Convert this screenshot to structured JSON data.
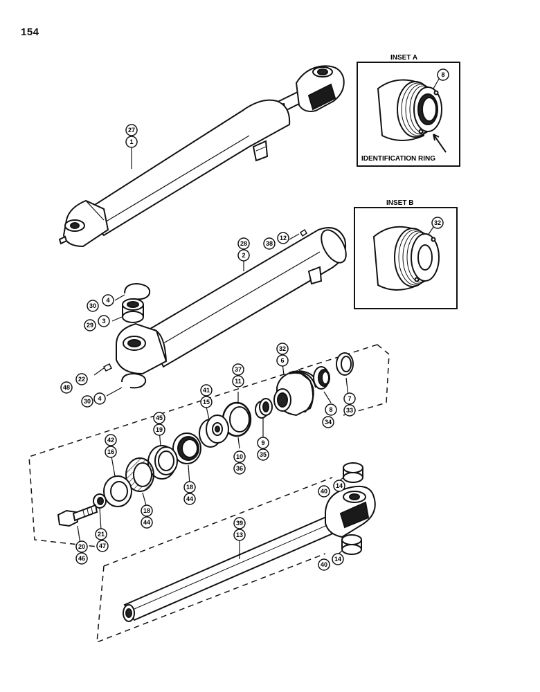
{
  "page_number": "154",
  "inset_a": {
    "title": "INSET A",
    "callout": "8",
    "caption": "IDENTIFICATION RING"
  },
  "inset_b": {
    "title": "INSET B",
    "callout": "32"
  },
  "callouts": [
    {
      "id": "c27",
      "label": "27"
    },
    {
      "id": "c1",
      "label": "1"
    },
    {
      "id": "c28",
      "label": "28"
    },
    {
      "id": "c2",
      "label": "2"
    },
    {
      "id": "c12",
      "label": "12"
    },
    {
      "id": "c38a",
      "label": "38"
    },
    {
      "id": "c4a",
      "label": "4"
    },
    {
      "id": "c30a",
      "label": "30"
    },
    {
      "id": "c3",
      "label": "3"
    },
    {
      "id": "c29",
      "label": "29"
    },
    {
      "id": "c22",
      "label": "22"
    },
    {
      "id": "c48a",
      "label": "48"
    },
    {
      "id": "c4b",
      "label": "4"
    },
    {
      "id": "c30b",
      "label": "30"
    },
    {
      "id": "c32",
      "label": "32"
    },
    {
      "id": "c6",
      "label": "6"
    },
    {
      "id": "c8",
      "label": "8"
    },
    {
      "id": "c34",
      "label": "34"
    },
    {
      "id": "c7",
      "label": "7"
    },
    {
      "id": "c33",
      "label": "33"
    },
    {
      "id": "c37",
      "label": "37"
    },
    {
      "id": "c11",
      "label": "11"
    },
    {
      "id": "c41",
      "label": "41"
    },
    {
      "id": "c15",
      "label": "15"
    },
    {
      "id": "c9",
      "label": "9"
    },
    {
      "id": "c35",
      "label": "35"
    },
    {
      "id": "c10",
      "label": "10"
    },
    {
      "id": "c36",
      "label": "36"
    },
    {
      "id": "c45",
      "label": "45"
    },
    {
      "id": "c19",
      "label": "19"
    },
    {
      "id": "c18a",
      "label": "18"
    },
    {
      "id": "c44a",
      "label": "44"
    },
    {
      "id": "c42",
      "label": "42"
    },
    {
      "id": "c16",
      "label": "16"
    },
    {
      "id": "c18b",
      "label": "18"
    },
    {
      "id": "c44b",
      "label": "44"
    },
    {
      "id": "c21",
      "label": "21"
    },
    {
      "id": "c47",
      "label": "47"
    },
    {
      "id": "c20",
      "label": "20"
    },
    {
      "id": "c46",
      "label": "46"
    },
    {
      "id": "c39",
      "label": "39"
    },
    {
      "id": "c13",
      "label": "13"
    },
    {
      "id": "c14a",
      "label": "14"
    },
    {
      "id": "c40a",
      "label": "40"
    },
    {
      "id": "c14b",
      "label": "14"
    },
    {
      "id": "c40b",
      "label": "40"
    }
  ]
}
